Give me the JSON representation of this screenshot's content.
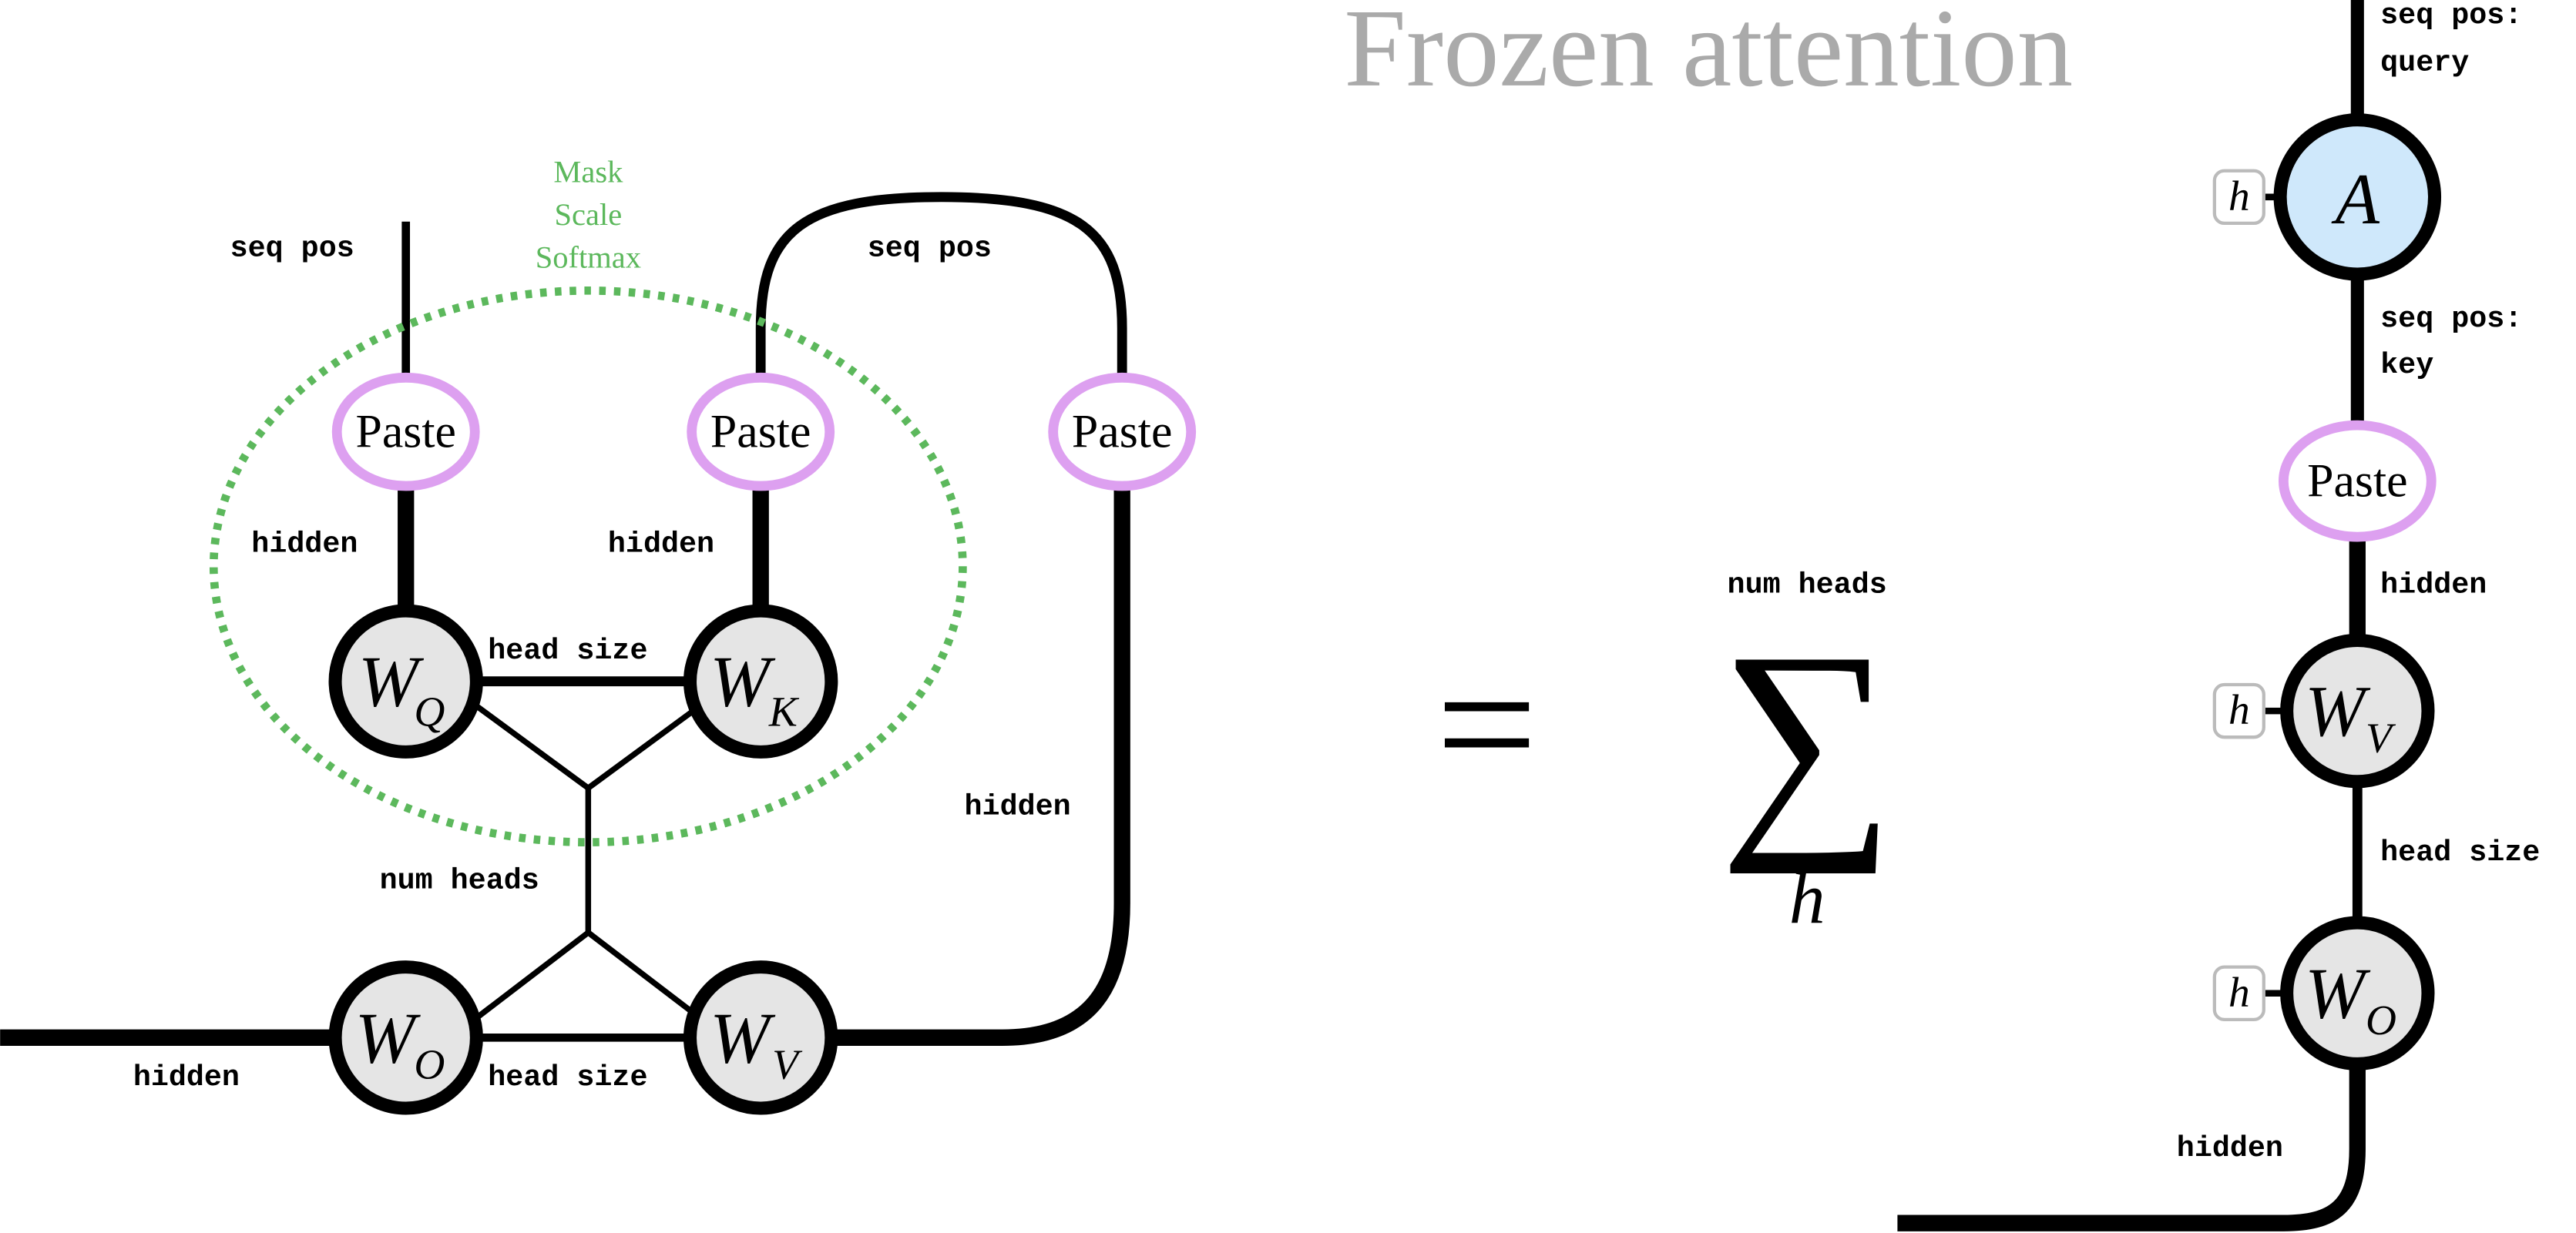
{
  "title": "Frozen attention",
  "colors": {
    "paste_stroke": "#dda0f0",
    "weight_fill": "#e5e5e5",
    "attn_fill": "#cfe8fb",
    "dotted": "#5cb85c",
    "title": "#aaaaaa"
  },
  "left": {
    "mask_ops": [
      "Mask",
      "Scale",
      "Softmax"
    ],
    "paste_label": "Paste",
    "wq": {
      "main": "W",
      "sub": "Q"
    },
    "wk": {
      "main": "W",
      "sub": "K"
    },
    "wo": {
      "main": "W",
      "sub": "O"
    },
    "wv": {
      "main": "W",
      "sub": "V"
    },
    "labels": {
      "seq_pos_left": "seq pos",
      "seq_pos_top": "seq pos",
      "hidden_q": "hidden",
      "hidden_k": "hidden",
      "head_size_qk": "head size",
      "num_heads": "num heads",
      "hidden_out": "hidden",
      "head_size_ov": "head size",
      "hidden_v": "hidden"
    }
  },
  "equals": "=",
  "sum": {
    "symbol": "∑",
    "over": "num heads",
    "under": "h"
  },
  "right": {
    "seq_pos_query": [
      "seq pos:",
      "query"
    ],
    "attn": "A",
    "h_label": "h",
    "seq_pos_key": [
      "seq pos:",
      "key"
    ],
    "paste_label": "Paste",
    "hidden_top": "hidden",
    "wv": {
      "main": "W",
      "sub": "V"
    },
    "head_size": "head size",
    "wo": {
      "main": "W",
      "sub": "O"
    },
    "hidden_bottom": "hidden"
  }
}
